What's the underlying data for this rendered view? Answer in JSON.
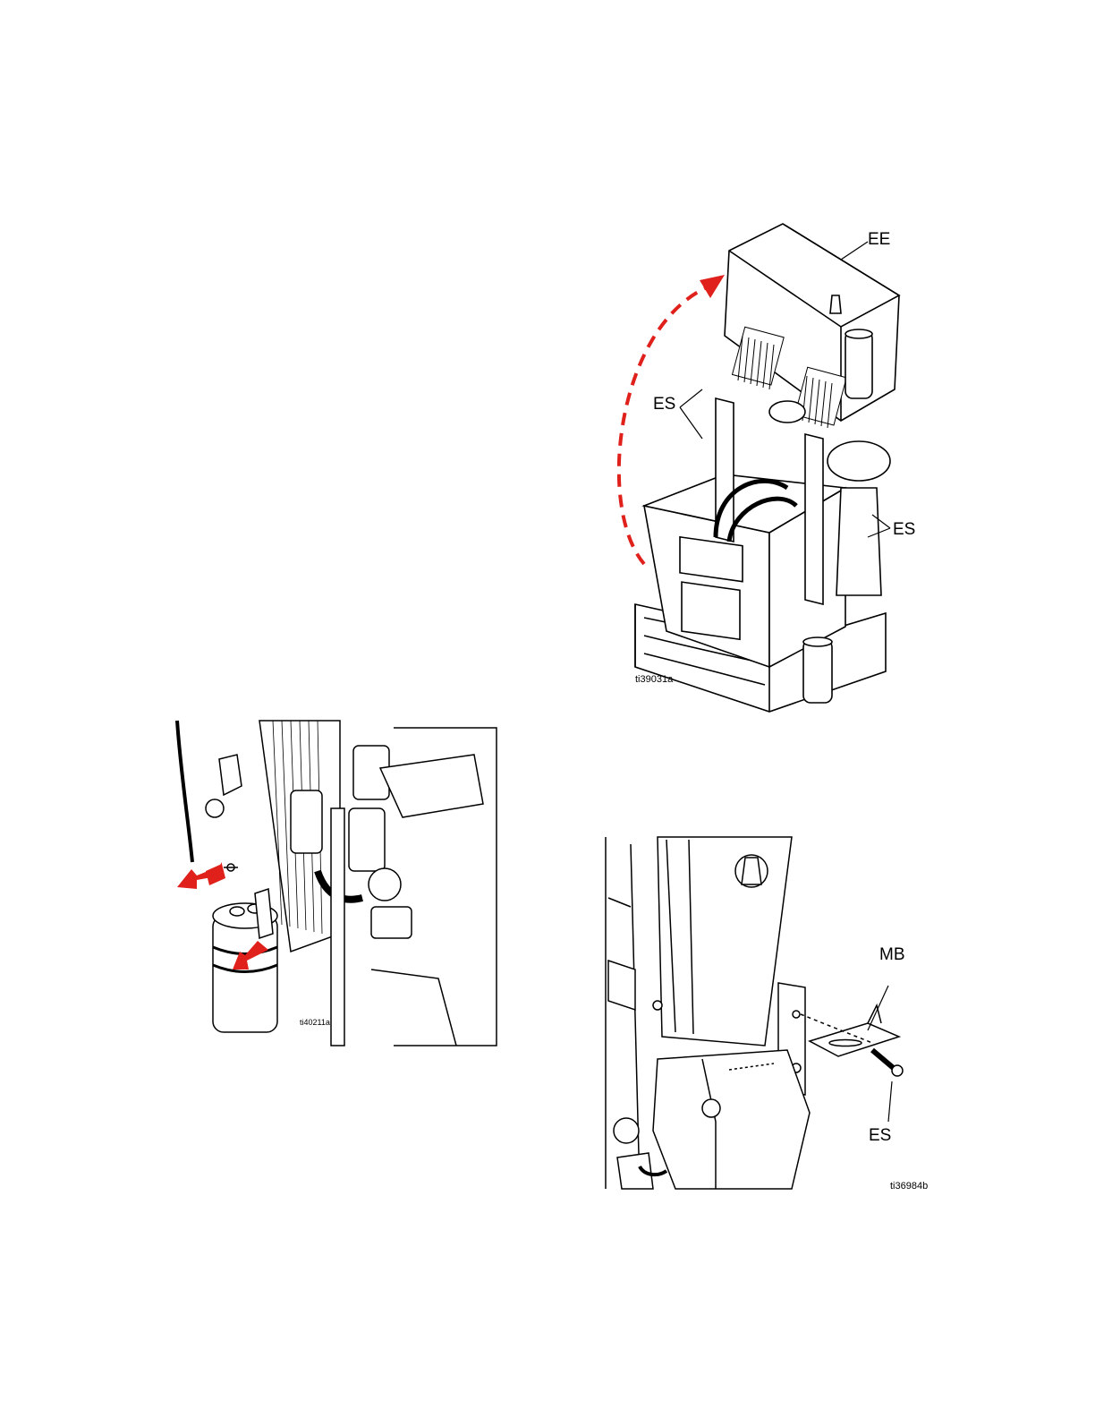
{
  "figure_top": {
    "callouts": {
      "ee": "EE",
      "es_left": "ES",
      "es_right": "ES"
    },
    "ref_id": "ti39031a",
    "arrow_color": "#e0201b"
  },
  "figure_filter": {
    "ref_id": "ti40211a",
    "arrow_color": "#e0201b"
  },
  "figure_bracket": {
    "callouts": {
      "mb": "MB",
      "es": "ES"
    },
    "ref_id": "ti36984b"
  }
}
